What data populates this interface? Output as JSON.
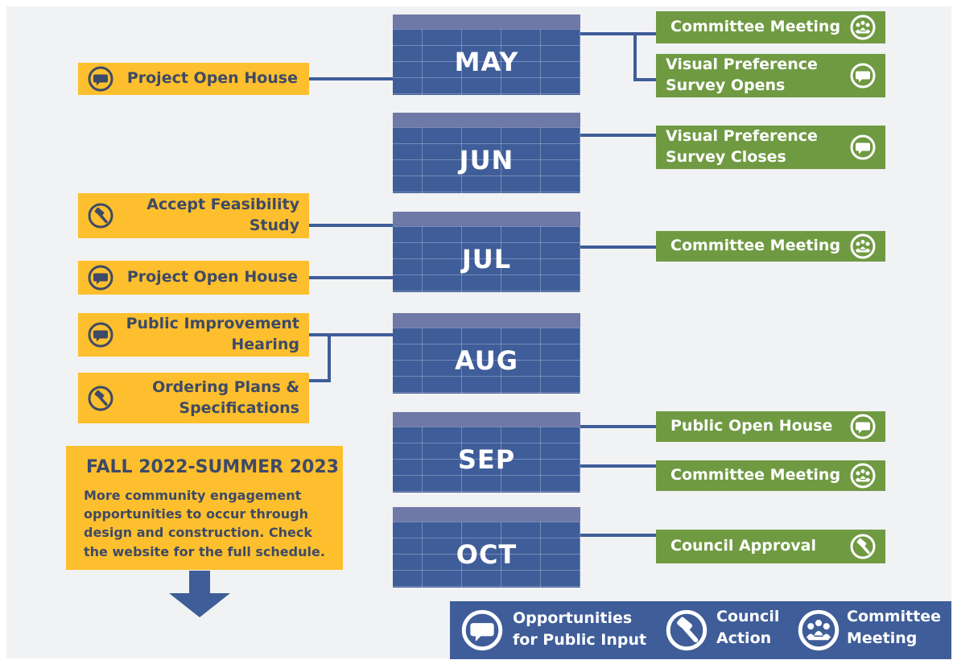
{
  "months": [
    "MAY",
    "JUN",
    "JUL",
    "AUG",
    "SEP",
    "OCT"
  ],
  "left_items": [
    {
      "text": "Project Open House",
      "icon": "speech-bubble-icon"
    },
    {
      "text": "Accept Feasibility Study",
      "icon": "gavel-icon"
    },
    {
      "text": "Project Open House",
      "icon": "speech-bubble-icon"
    },
    {
      "text": "Public Improvement Hearing",
      "icon": "speech-bubble-icon"
    },
    {
      "text": "Ordering Plans & Specifications",
      "icon": "gavel-icon"
    }
  ],
  "right_items": [
    {
      "text": "Committee Meeting",
      "icon": "people-icon"
    },
    {
      "text": "Visual Preference Survey Opens",
      "icon": "speech-bubble-icon"
    },
    {
      "text": "Visual Preference Survey Closes",
      "icon": "speech-bubble-icon"
    },
    {
      "text": "Committee Meeting",
      "icon": "people-icon"
    },
    {
      "text": "Public Open House",
      "icon": "speech-bubble-icon"
    },
    {
      "text": "Committee Meeting",
      "icon": "people-icon"
    },
    {
      "text": "Council Approval",
      "icon": "gavel-icon"
    }
  ],
  "fall_box": {
    "title": "FALL 2022-SUMMER 2023",
    "body": "More community engagement opportunities to occur through design and construction. Check the website for the full schedule."
  },
  "legend": [
    {
      "text": "Opportunities for Public Input",
      "icon": "speech-bubble-icon"
    },
    {
      "text": "Council Action",
      "icon": "gavel-icon"
    },
    {
      "text": "Committee Meeting",
      "icon": "people-icon"
    }
  ],
  "colors": {
    "navy": "#3f5d99",
    "month_band": "#6f79a7",
    "yellow": "#fdbf2d",
    "green": "#6f9a42",
    "text_dark": "#3e4a66",
    "background": "#f1f2f4"
  }
}
